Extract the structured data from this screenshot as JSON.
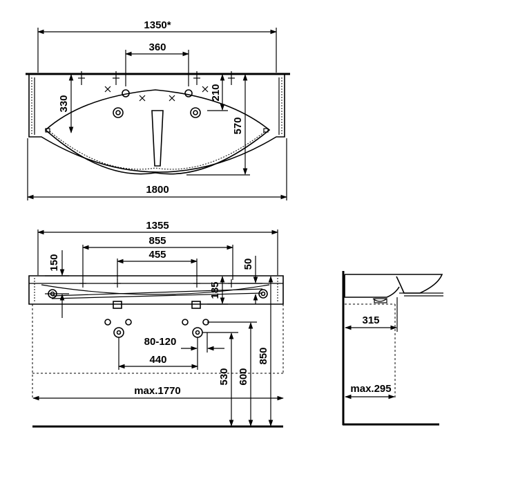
{
  "top_view": {
    "dims": {
      "overall_width_star": "1350*",
      "tap_spacing": "360",
      "tap_depth": "210",
      "depth_330": "330",
      "depth_570": "570",
      "overall_1800": "1800"
    }
  },
  "front_view": {
    "dims": {
      "width_1355": "1355",
      "width_855": "855",
      "width_455": "455",
      "height_150": "150",
      "height_50": "50",
      "height_185": "185",
      "range_80_120": "80-120",
      "spacing_440": "440",
      "height_530": "530",
      "height_600": "600",
      "height_850": "850",
      "max_width": "max.1770"
    }
  },
  "side_view": {
    "dims": {
      "depth_315": "315",
      "max_depth": "max.295"
    }
  }
}
